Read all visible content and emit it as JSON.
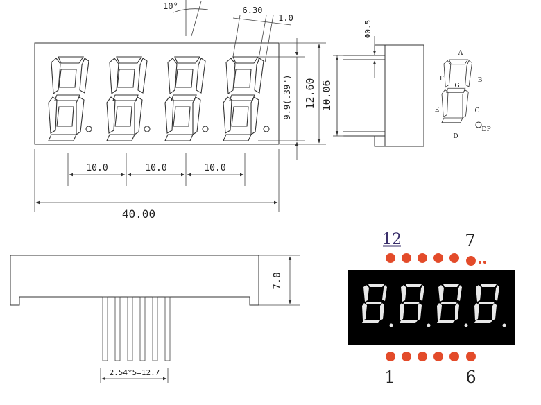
{
  "front_view": {
    "width_label": "40.00",
    "pitch_labels": [
      "10.0",
      "10.0",
      "10.0"
    ],
    "height_label": "12.60",
    "digit_height_label": "9.9(.39\")",
    "tilt_label": "10°",
    "segment_width_label": "6.30",
    "segment_gap_label": "1.0"
  },
  "side_view": {
    "thickness_label": "10.06",
    "pin_diameter_label": "Φ0.5"
  },
  "segment_map": {
    "labels": [
      "A",
      "B",
      "C",
      "D",
      "E",
      "F",
      "G",
      "DP"
    ]
  },
  "bottom_view": {
    "height_label": "7.0",
    "pin_pitch_label": "2.54*5=12.7"
  },
  "pinout": {
    "top_left": "12",
    "top_right": "7",
    "bottom_left": "1",
    "bottom_right": "6",
    "pin_color": "#e34b2a",
    "display_color": "#000000"
  }
}
